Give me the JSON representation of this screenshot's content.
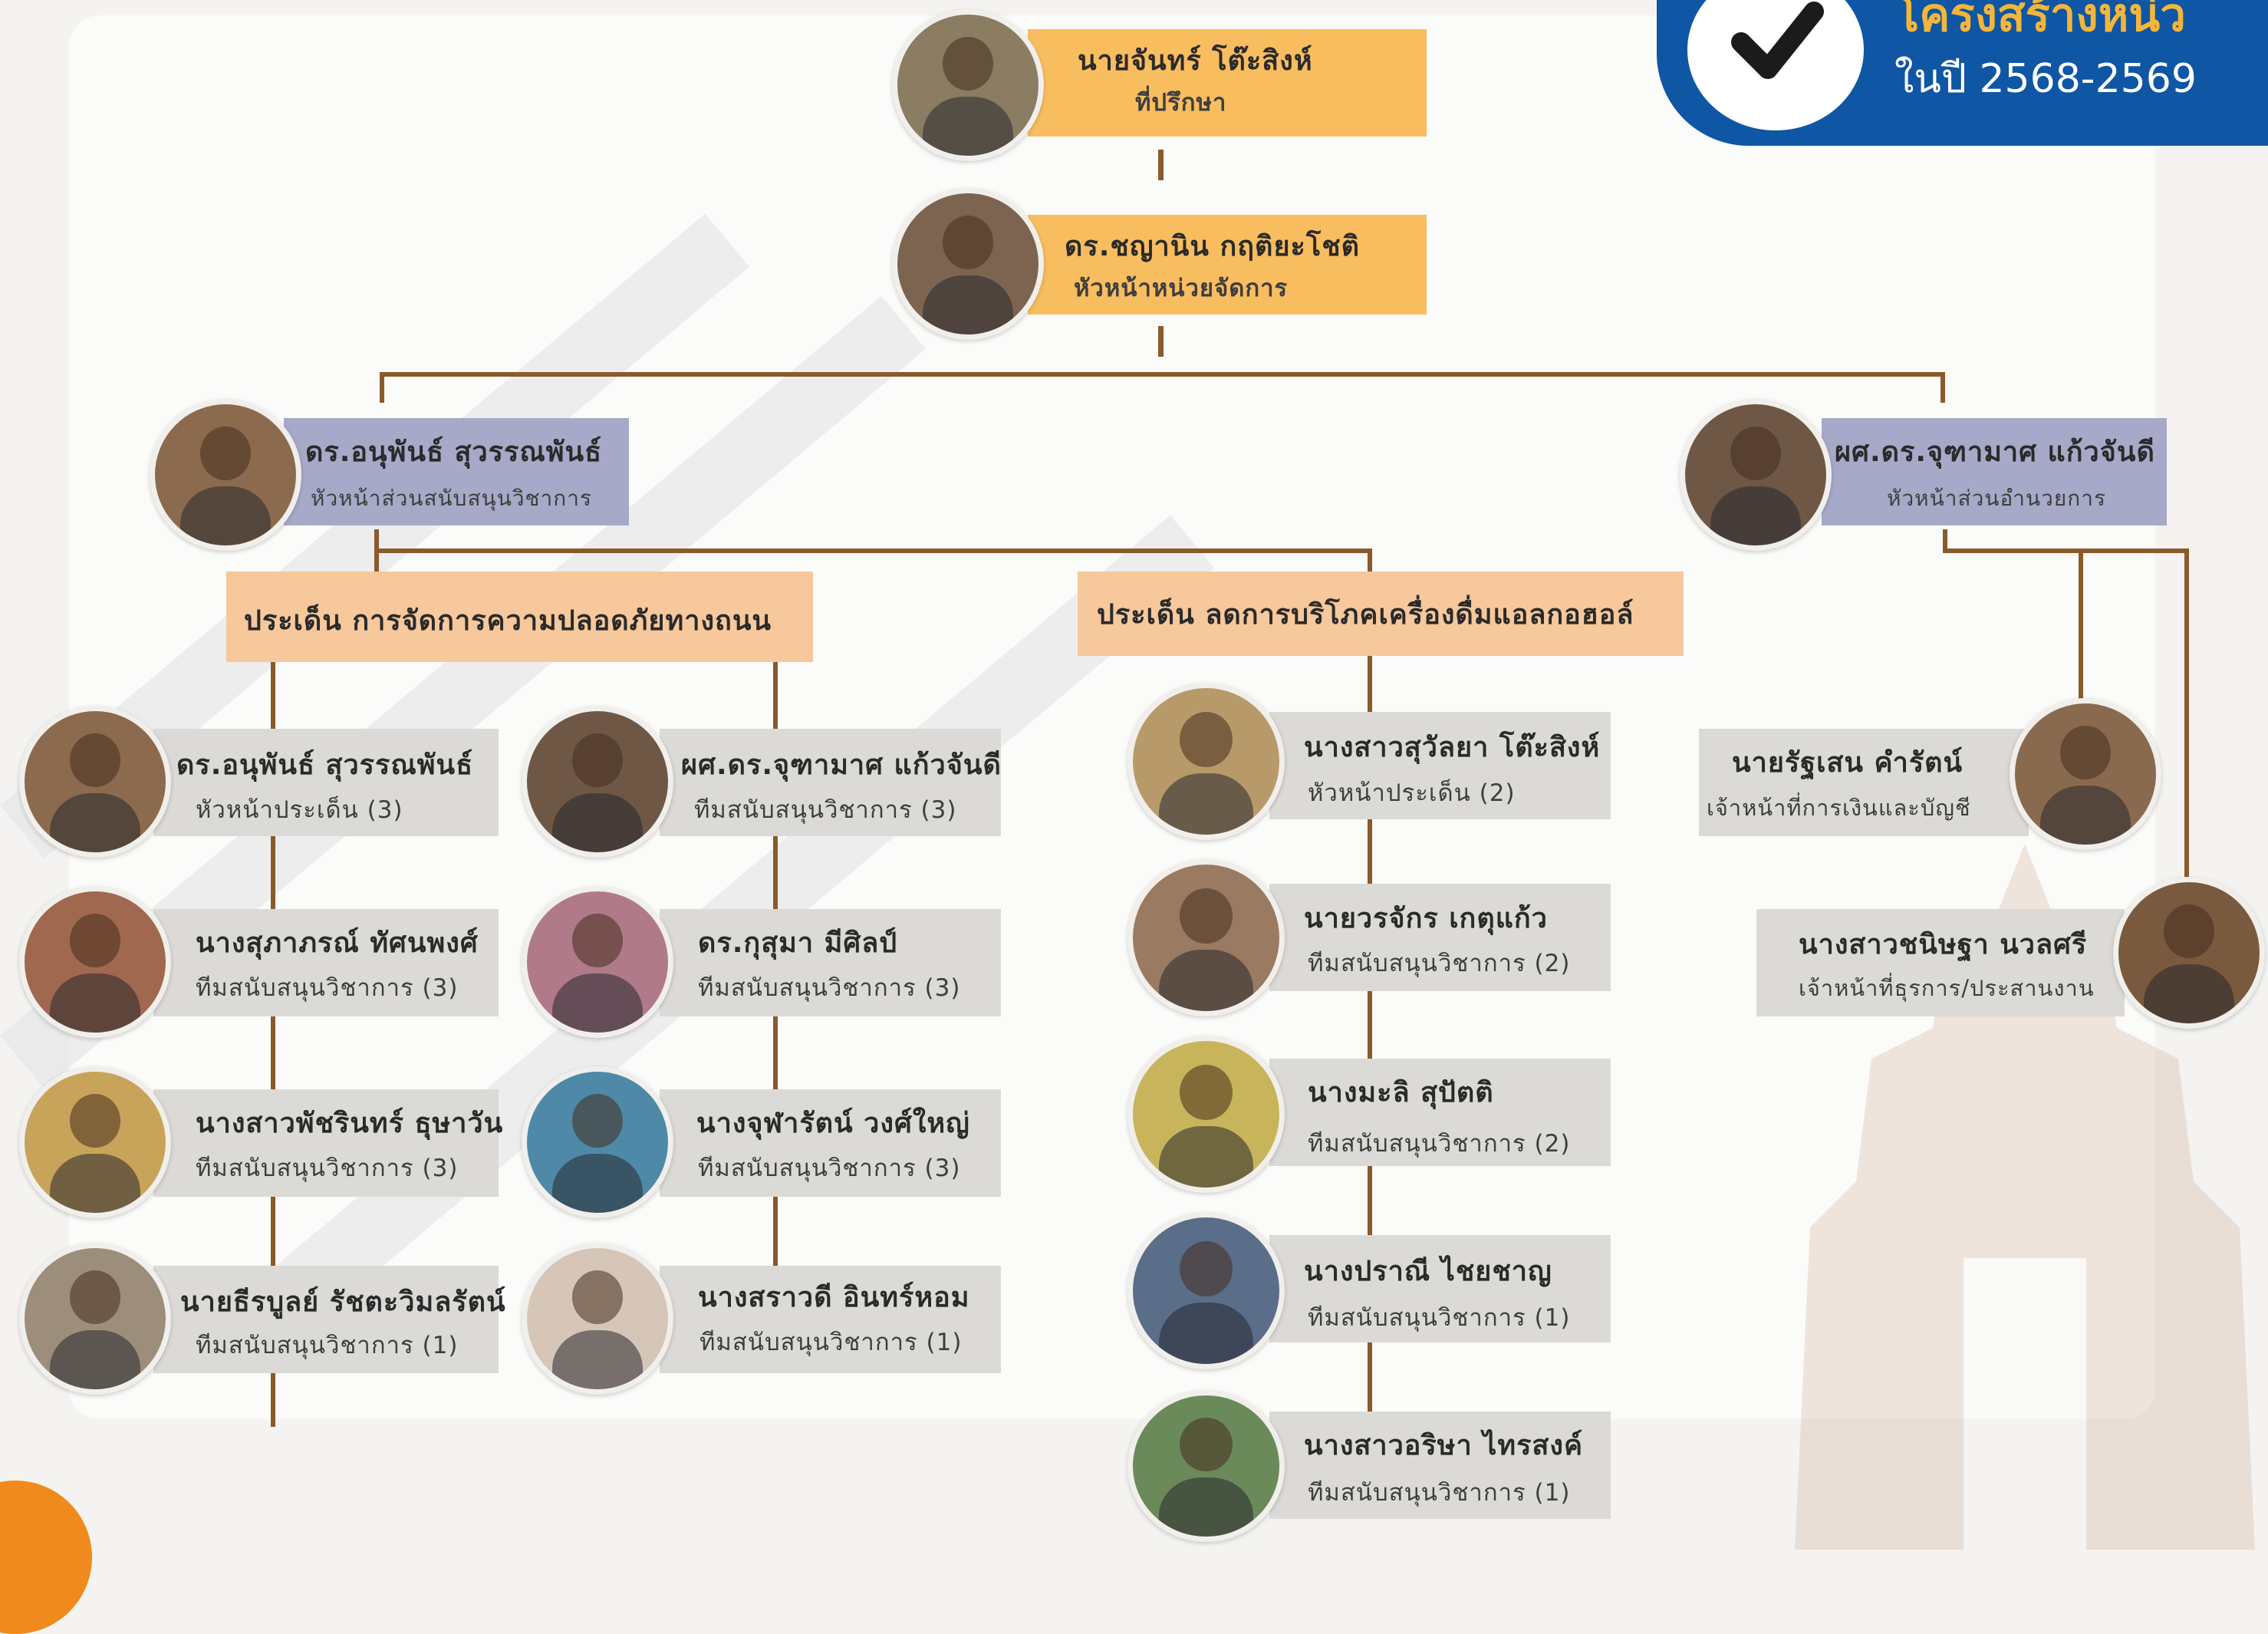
{
  "banner": {
    "title": "โครงสร้างหน่ว",
    "subtitle": "ในปี 2568-2569",
    "icon": "check-icon",
    "color": "#0f56a4",
    "title_color": "#f4b63a"
  },
  "advisor": {
    "name": "นายจันทร์  โต๊ะสิงห์",
    "role": "ที่ปรึกษา"
  },
  "manager": {
    "name": "ดร.ชญานิน  กฤติยะโชติ",
    "role": "หัวหน้าหน่วยจัดการ"
  },
  "left_head": {
    "name": "ดร.อนุพันธ์  สุวรรณพันธ์",
    "role": "หัวหน้าส่วนสนับสนุนวิชาการ"
  },
  "right_head": {
    "name": "ผศ.ดร.จุฑามาศ  แก้วจันดี",
    "role": "หัวหน้าส่วนอำนวยการ"
  },
  "topics": {
    "road_safety": "ประเด็น การจัดการความปลอดภัยทางถนน",
    "alcohol": "ประเด็น ลดการบริโภคเครื่องดื่มแอลกอฮอล์"
  },
  "road_col1": [
    {
      "name": "ดร.อนุพันธ์  สุวรรณพันธ์",
      "role": "หัวหน้าประเด็น (3)"
    },
    {
      "name": "นางสุภาภรณ์  ทัศนพงศ์",
      "role": "ทีมสนับสนุนวิชาการ (3)"
    },
    {
      "name": "นางสาวพัชรินทร์  ธุษาวัน",
      "role": "ทีมสนับสนุนวิชาการ (3)"
    },
    {
      "name": "นายธีรบูลย์  รัชตะวิมลรัตน์",
      "role": "ทีมสนับสนุนวิชาการ (1)"
    }
  ],
  "road_col2": [
    {
      "name": "ผศ.ดร.จุฑามาศ  แก้วจันดี",
      "role": "ทีมสนับสนุนวิชาการ (3)"
    },
    {
      "name": "ดร.กุสุมา  มีศิลป์",
      "role": "ทีมสนับสนุนวิชาการ (3)"
    },
    {
      "name": "นางจุฬารัตน์  วงศ์ใหญ่",
      "role": "ทีมสนับสนุนวิชาการ (3)"
    },
    {
      "name": "นางสราวดี  อินทร์หอม",
      "role": "ทีมสนับสนุนวิชาการ (1)"
    }
  ],
  "alcohol_col": [
    {
      "name": "นางสาวสุวัลยา  โต๊ะสิงห์",
      "role": "หัวหน้าประเด็น (2)"
    },
    {
      "name": "นายวรจักร  เกตุแก้ว",
      "role": "ทีมสนับสนุนวิชาการ (2)"
    },
    {
      "name": "นางมะลิ  สุปัตติ",
      "role": "ทีมสนับสนุนวิชาการ (2)"
    },
    {
      "name": "นางปราณี  ไชยชาญ",
      "role": "ทีมสนับสนุนวิชาการ (1)"
    },
    {
      "name": "นางสาวอริษา  ไทรสงค์",
      "role": "ทีมสนับสนุนวิชาการ (1)"
    }
  ],
  "admin_col": [
    {
      "name": "นายรัฐเสน  คำรัตน์",
      "role": "เจ้าหน้าที่การเงินและบัญชี"
    },
    {
      "name": "นางสาวชนิษฐา  นวลศรี",
      "role": "เจ้าหน้าที่ธุรการ/ประสานงาน"
    }
  ],
  "colors": {
    "connector": "#8a5a2b",
    "name_box": "#dcdad6",
    "top_box": "#f8bd5f",
    "head_box": "#a7a9c8"
  }
}
